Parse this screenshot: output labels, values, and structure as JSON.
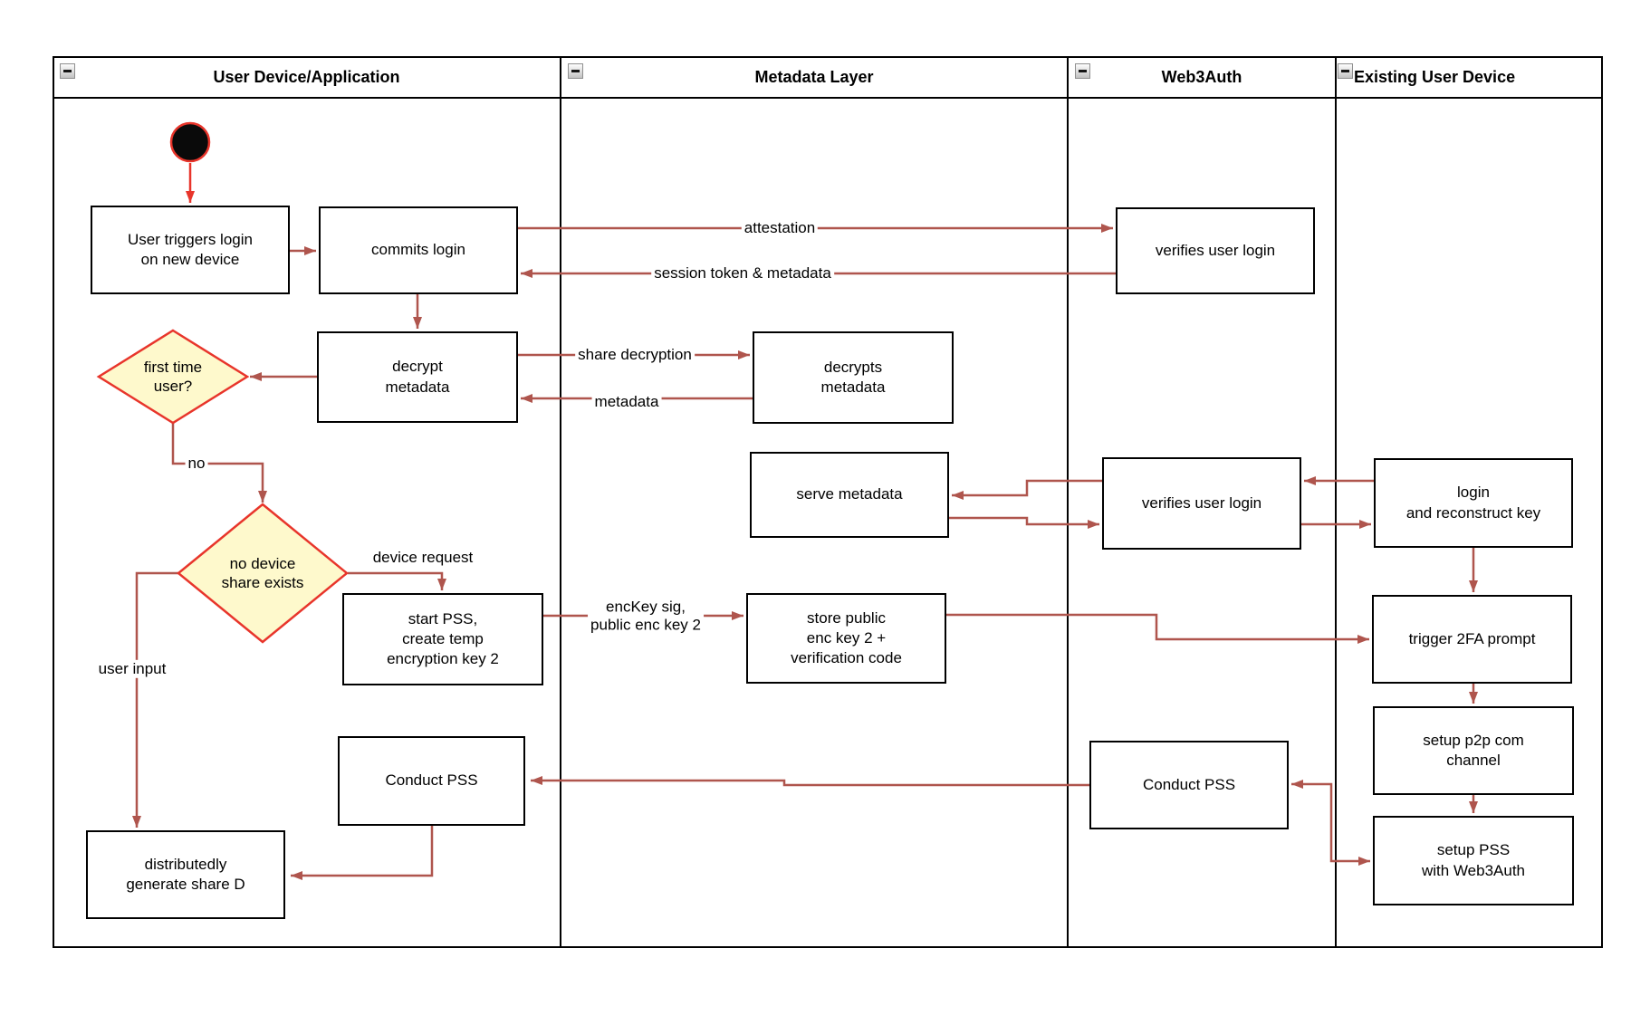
{
  "lanes": [
    {
      "label": "User Device/Application"
    },
    {
      "label": "Metadata Layer"
    },
    {
      "label": "Web3Auth"
    },
    {
      "label": "Existing User Device"
    }
  ],
  "nodes": {
    "user_triggers_login": {
      "label": "User triggers login\non new device"
    },
    "commits_login": {
      "label": "commits login"
    },
    "decrypt_metadata": {
      "label": "decrypt\nmetadata"
    },
    "first_time_user": {
      "label": "first time\nuser?"
    },
    "no_device_share": {
      "label": "no device\nshare exists"
    },
    "start_pss": {
      "label": "start PSS,\ncreate temp\nencryption key 2"
    },
    "conduct_pss_user": {
      "label": "Conduct PSS"
    },
    "distributedly_generate": {
      "label": "distributedly\ngenerate share D"
    },
    "decrypts_metadata": {
      "label": "decrypts\nmetadata"
    },
    "serve_metadata": {
      "label": "serve metadata"
    },
    "store_public_enc": {
      "label": "store public\nenc key 2 +\nverification code"
    },
    "verifies_user_login_top": {
      "label": "verifies user login"
    },
    "verifies_user_login_mid": {
      "label": "verifies user login"
    },
    "conduct_pss_web3auth": {
      "label": "Conduct PSS"
    },
    "login_reconstruct": {
      "label": "login\nand reconstruct key"
    },
    "trigger_2fa": {
      "label": "trigger 2FA prompt"
    },
    "setup_p2p": {
      "label": "setup p2p com\nchannel"
    },
    "setup_pss_web3auth": {
      "label": "setup PSS\nwith Web3Auth"
    }
  },
  "edge_labels": {
    "attestation": "attestation",
    "session_token": "session token & metadata",
    "share_decryption": "share decryption",
    "metadata": "metadata",
    "no": "no",
    "device_request": "device request",
    "enckey": "encKey sig,\npublic enc key 2",
    "user_input": "user input"
  },
  "colors": {
    "arrow": "#AF554D",
    "highlight_red": "#E8352B",
    "diamond_fill": "#FEF9CC",
    "box_border": "#000000",
    "box_fill": "#FFFFFF"
  }
}
